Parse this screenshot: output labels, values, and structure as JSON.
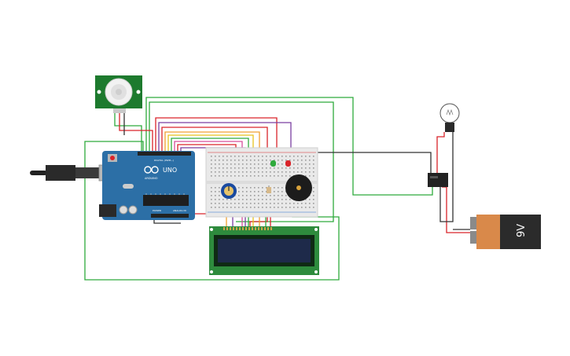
{
  "arduino": {
    "brand": "ARDUINO",
    "model": "UNO",
    "digital_label": "DIGITAL (PWM~)",
    "power_label": "POWER",
    "analog_label": "ANALOG IN"
  },
  "battery": {
    "label": "9V",
    "body_color": "#2b2b2b",
    "band_color": "#d9894a"
  },
  "colors": {
    "board": "#2c6fa6",
    "pir_board": "#1d7a2e",
    "lcd_board": "#2e8b3d",
    "lcd_screen": "#1e2a4a",
    "breadboard": "#e9e9e9",
    "wire_green": "#2eaa3c",
    "wire_red": "#d9242a",
    "wire_black": "#333333",
    "wire_orange": "#f0a030",
    "wire_purple": "#7b3fa0",
    "wire_yellow": "#e8c21e",
    "wire_pink": "#d64f9b"
  }
}
